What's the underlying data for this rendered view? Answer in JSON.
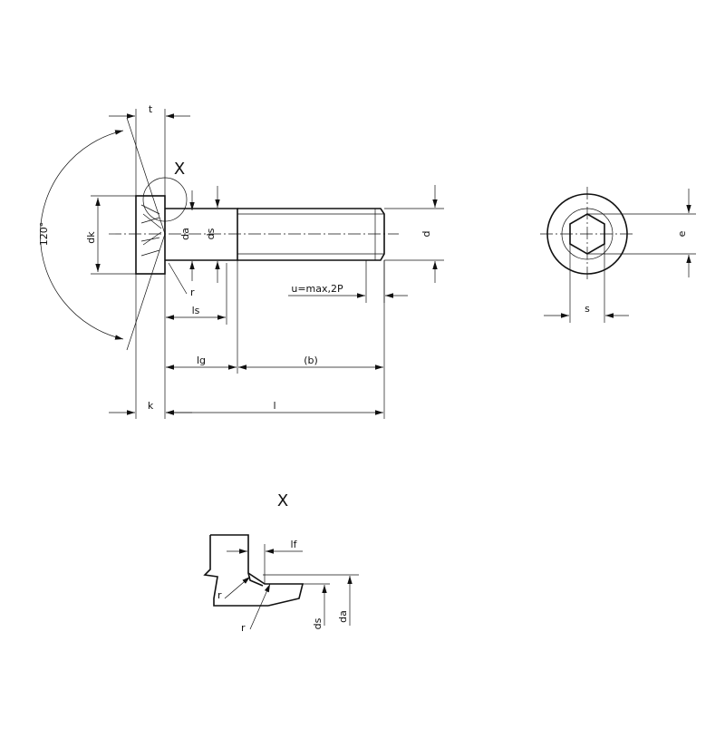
{
  "labels": {
    "t": "t",
    "x": "X",
    "angle": "120°",
    "dk": "dk",
    "da": "da",
    "ds": "ds",
    "d": "d",
    "r": "r",
    "ls": "ls",
    "lg": "lg",
    "b": "(b)",
    "k": "k",
    "l": "l",
    "u": "u=max,2P",
    "e": "e",
    "s": "s"
  },
  "detail": {
    "title": "X",
    "lf": "lf",
    "ds": "ds",
    "da": "da",
    "r1": "r",
    "r2": "r"
  }
}
